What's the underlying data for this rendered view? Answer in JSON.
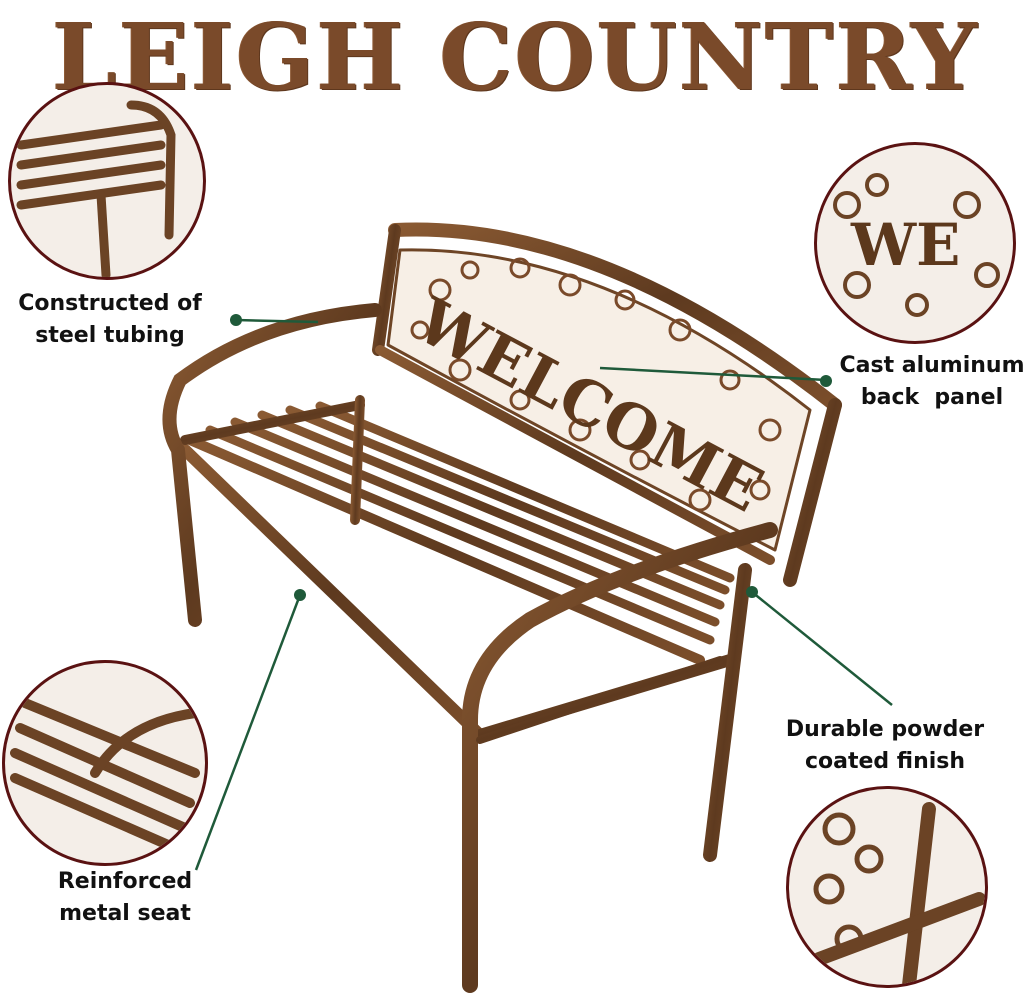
{
  "brand": {
    "title": "LEIGH COUNTRY"
  },
  "callouts": {
    "steel_tubing": {
      "line1": "Constructed of",
      "line2": "steel tubing"
    },
    "back_panel": {
      "line1": "Cast aluminum",
      "line2": "back  panel"
    },
    "finish": {
      "line1": "Durable powder",
      "line2": "coated finish"
    },
    "seat": {
      "line1": "Reinforced",
      "line2": "metal seat"
    }
  },
  "panel": {
    "text": "WELCOME"
  },
  "colors": {
    "brand_brown": "#7a4a2a",
    "bench_bronze": "#6b4325",
    "callout_line": "#1f5a3a",
    "circle_border": "#5a1212",
    "label_text": "#111111"
  }
}
